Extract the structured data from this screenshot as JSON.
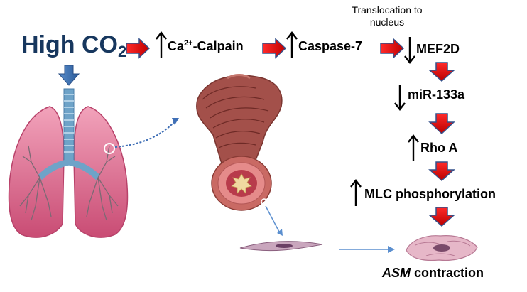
{
  "stimulus": {
    "main": "High CO",
    "sub": "2"
  },
  "cascade": {
    "calpain": {
      "sup": "2+",
      "rest": "-Calpain",
      "prefix": "Ca"
    },
    "caspase": "Caspase-7",
    "translocation": "Translocation to nucleus",
    "mef2d": "MEF2D",
    "mir": "miR-133a",
    "rho": "Rho A",
    "mlc": "MLC phosphorylation"
  },
  "outcome": {
    "italic": "ASM",
    "rest": " contraction"
  },
  "colors": {
    "title": "#17375e",
    "red_arrow": "#e31313",
    "blue_arrow": "#3f6fb6",
    "lung": "#e06b8b",
    "trachea": "#6ea3c8"
  }
}
